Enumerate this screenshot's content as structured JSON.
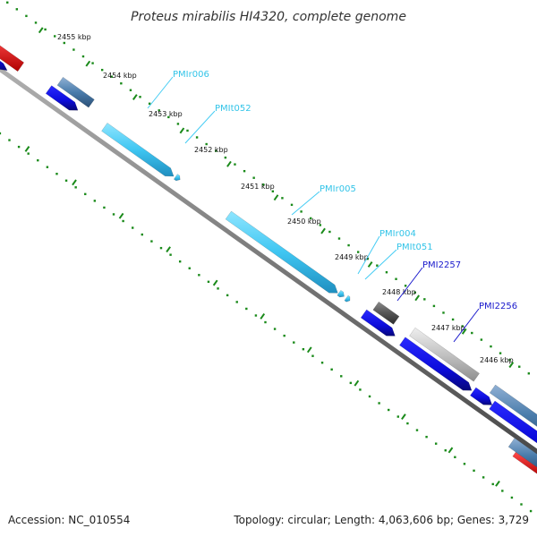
{
  "title": "Proteus mirabilis HI4320, complete genome",
  "footer": {
    "accession": "Accession: NC_010554",
    "topology": "Topology: circular; Length: 4,063,606 bp; Genes: 3,729"
  },
  "ticks": [
    "2455 kbp",
    "2454 kbp",
    "2453 kbp",
    "2452 kbp",
    "2451 kbp",
    "2450 kbp",
    "2449 kbp",
    "2448 kbp",
    "2447 kbp",
    "2446 kbp"
  ],
  "gene_labels": [
    {
      "text": "PMIr006",
      "color": "#33c4e8"
    },
    {
      "text": "PMIt052",
      "color": "#33c4e8"
    },
    {
      "text": "PMIr005",
      "color": "#33c4e8"
    },
    {
      "text": "PMIr004",
      "color": "#33c4e8"
    },
    {
      "text": "PMIt051",
      "color": "#33c4e8"
    },
    {
      "text": "PMI2257",
      "color": "#1a1acc"
    },
    {
      "text": "PMI2256",
      "color": "#1a1acc"
    }
  ],
  "colors": {
    "backbone": "#808080",
    "tick": "#1a8a1a",
    "cds_blue": "#1010e0",
    "rna_cyan": "#44ccf4",
    "steel": "#4a7cab",
    "dark_gray": "#555555",
    "light_gray": "#bdbdbd",
    "red": "#e01010"
  }
}
